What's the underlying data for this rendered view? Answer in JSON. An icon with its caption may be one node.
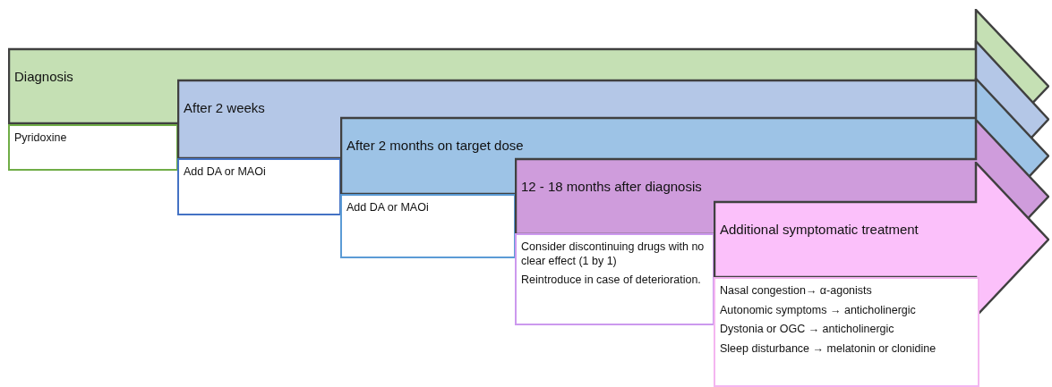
{
  "diagram": {
    "nodes": [
      {
        "text": [
          "Diagnosis"
        ]
      },
      {
        "text": [
          "Pyridoxine"
        ]
      },
      {
        "text": [
          "After 2 weeks"
        ]
      },
      {
        "text": [
          "Add DA or MAOi"
        ]
      },
      {
        "text": [
          "After 2 months on target dose"
        ]
      },
      {
        "text": [
          "Add DA or MAOi"
        ]
      },
      {
        "text": [
          "12 - 18 months after diagnosis"
        ]
      },
      {
        "text": [
          "Consider discontinuing drugs with no clear effect (1 by 1)",
          "Reintroduce in case of deterioration."
        ]
      },
      {
        "text": [
          "Additional symptomatic treatment"
        ]
      },
      {
        "text": [
          "Nasal congestion→ α-agonists",
          "Autonomic symptoms → anticholinergic",
          "Dystonia or OGC → anticholinergic",
          "Sleep disturbance → melatonin or clonidine"
        ]
      }
    ]
  }
}
